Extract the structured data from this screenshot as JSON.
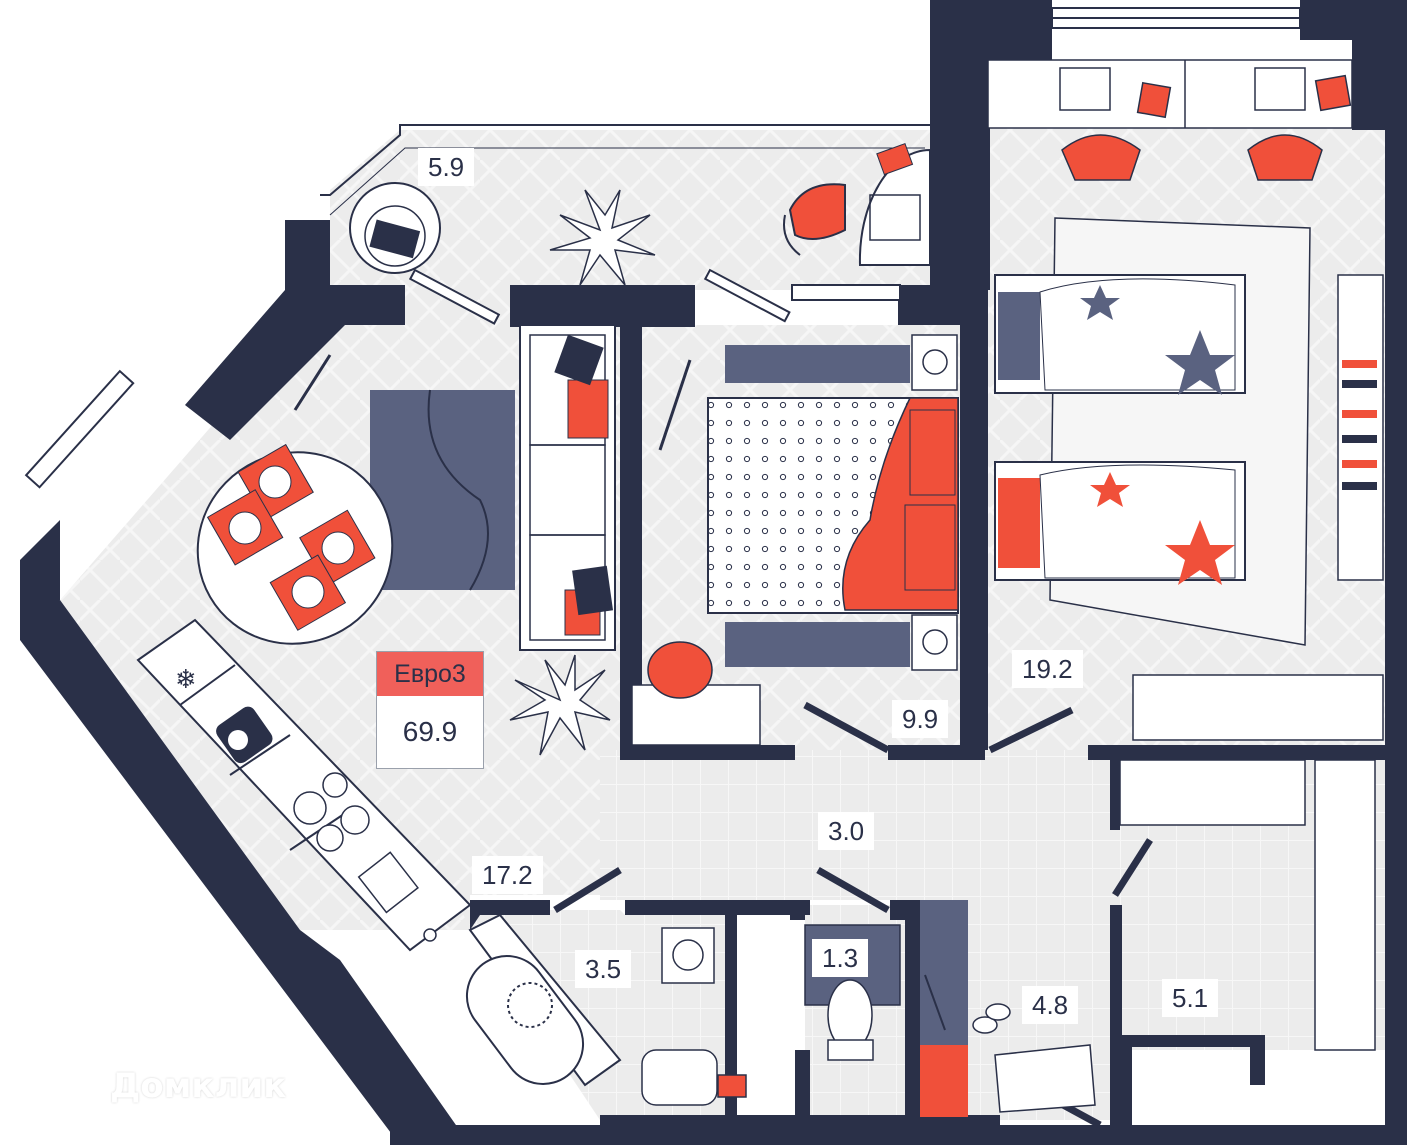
{
  "colors": {
    "wall": "#2a3048",
    "floor": "#ececec",
    "accent": "#f0503a",
    "furniture_dark": "#5a6280",
    "line": "#2a3048"
  },
  "plan": {
    "type": "Евро3",
    "total_area": "69.9",
    "rooms": [
      {
        "id": "loggia",
        "area": "5.9"
      },
      {
        "id": "kitchen_living",
        "area": "17.2"
      },
      {
        "id": "bedroom",
        "area": "9.9"
      },
      {
        "id": "kids_room",
        "area": "19.2"
      },
      {
        "id": "hall",
        "area": "3.0"
      },
      {
        "id": "bathroom",
        "area": "3.5"
      },
      {
        "id": "toilet",
        "area": "1.3"
      },
      {
        "id": "entry",
        "area": "4.8"
      },
      {
        "id": "wardrobe",
        "area": "5.1"
      }
    ]
  },
  "icons": [
    "armchair-icon",
    "plant-icon",
    "desk-icon",
    "office-chair-icon",
    "sofa-icon",
    "rug-icon",
    "dining-table-icon",
    "bed-icon",
    "nightstand-icon",
    "bunk-bed-icon",
    "wardrobe-icon",
    "shelf-icon",
    "fridge-icon",
    "stove-icon",
    "sink-icon",
    "bathtub-icon",
    "washing-machine-icon",
    "toilet-icon",
    "umbrella-icon",
    "shoes-icon",
    "door-mat-icon"
  ],
  "watermark": {
    "text": "Домклик",
    "icon": "house-icon"
  }
}
